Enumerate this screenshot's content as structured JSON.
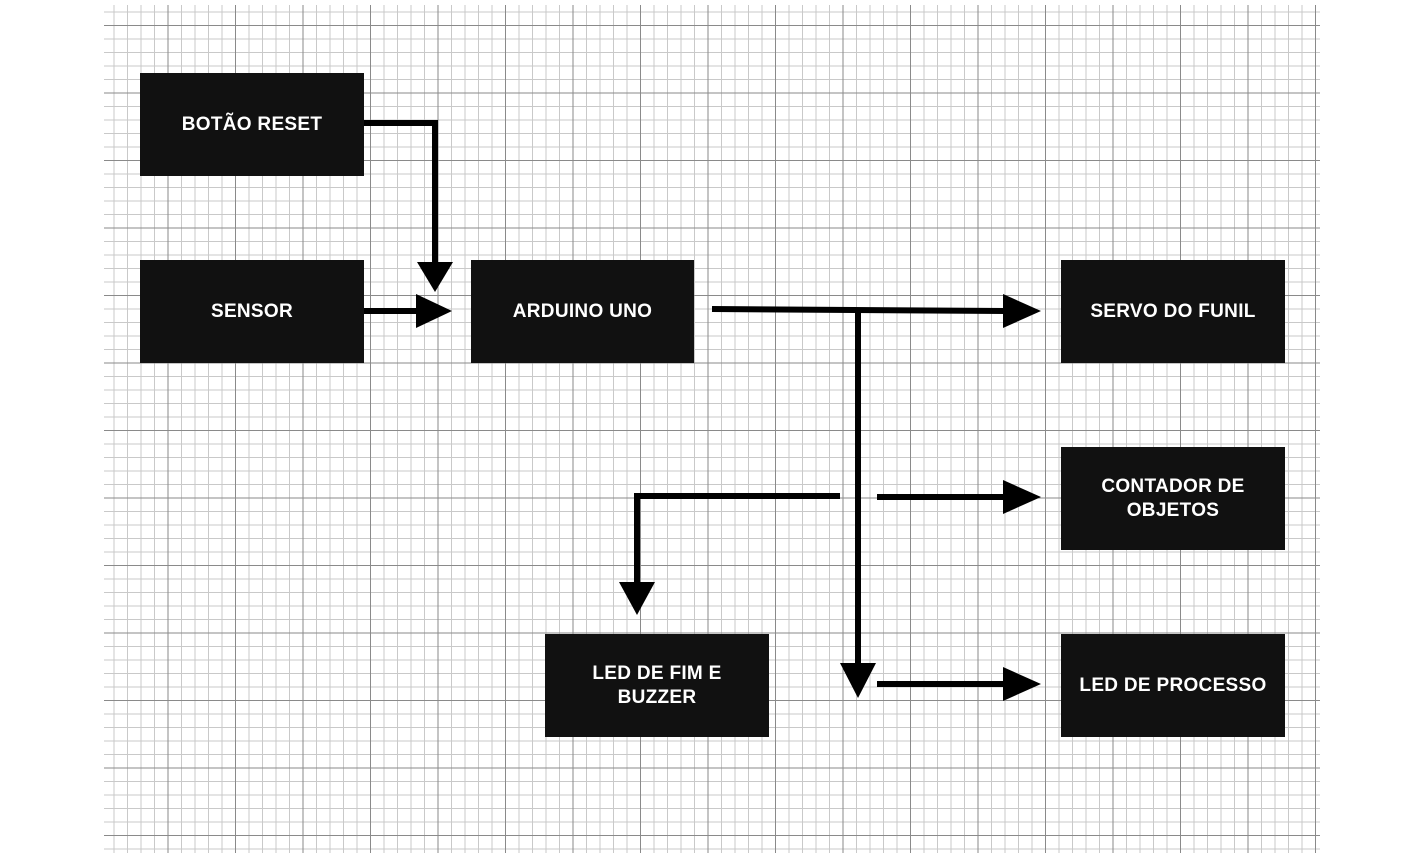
{
  "diagram": {
    "blocks": {
      "botao_reset": "BOTÃO RESET",
      "sensor": "SENSOR",
      "arduino_uno": "ARDUINO UNO",
      "servo_do_funil": "SERVO DO FUNIL",
      "contador_de_objetos": "CONTADOR DE\nOBJETOS",
      "led_de_fim_e_buzzer": "LED DE FIM E\nBUZZER",
      "led_de_processo": "LED DE PROCESSO"
    },
    "colors": {
      "block_fill": "#111111",
      "block_text": "#ffffff",
      "arrow": "#000000",
      "grid_major": "#8a8a8a",
      "grid_minor": "#c9c9c9"
    }
  }
}
